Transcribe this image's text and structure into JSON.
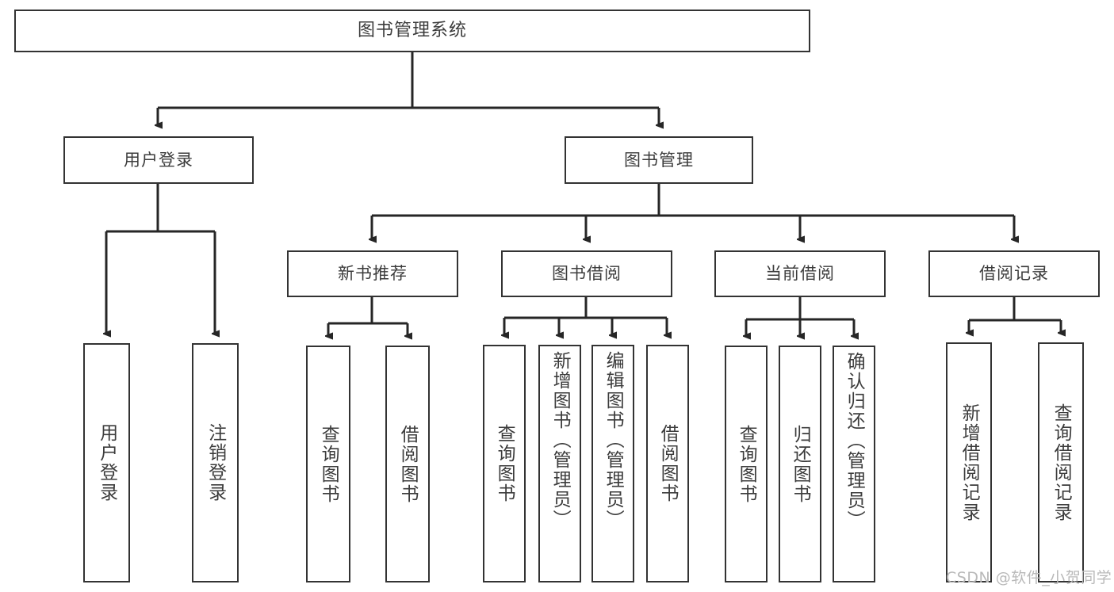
{
  "diagram": {
    "type": "tree-hierarchy",
    "title": "图书管理系统",
    "watermark": "CSDN @软件_小贺同学",
    "colors": {
      "background": "#ffffff",
      "box_border": "#333333",
      "box_fill": "#ffffff",
      "text": "#3c3c3c",
      "connector": "#262626",
      "watermark": "#b9b9b9"
    },
    "nodes": {
      "root": {
        "label": "图书管理系统"
      },
      "level2": [
        {
          "label": "用户登录"
        },
        {
          "label": "图书管理"
        }
      ],
      "level3": [
        {
          "label": "新书推荐"
        },
        {
          "label": "图书借阅"
        },
        {
          "label": "当前借阅"
        },
        {
          "label": "借阅记录"
        }
      ],
      "leaves": {
        "user_login": [
          {
            "label": "用户登录"
          },
          {
            "label": "注销登录"
          }
        ],
        "new_book_rec": [
          {
            "label": "查询图书"
          },
          {
            "label": "借阅图书"
          }
        ],
        "book_borrow": [
          {
            "label": "查询图书"
          },
          {
            "label": "新增图书（管理员）"
          },
          {
            "label": "编辑图书（管理员）"
          },
          {
            "label": "借阅图书"
          }
        ],
        "current_borrow": [
          {
            "label": "查询图书"
          },
          {
            "label": "归还图书"
          },
          {
            "label": "确认归还（管理员）"
          }
        ],
        "borrow_record": [
          {
            "label": "新增借阅记录"
          },
          {
            "label": "查询借阅记录"
          }
        ]
      }
    }
  }
}
